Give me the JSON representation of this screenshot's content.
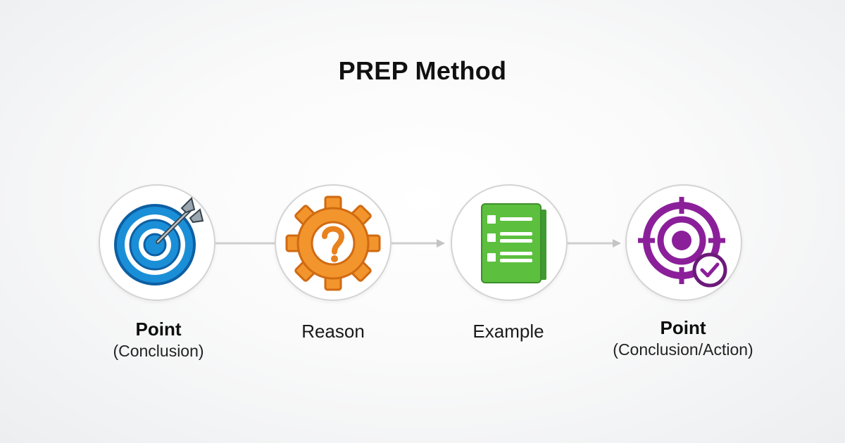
{
  "title": "PREP Method",
  "steps": [
    {
      "label": "Point",
      "sublabel": "(Conclusion)",
      "icon": "target-arrow-icon",
      "color": "#1a8fd8"
    },
    {
      "label": "Reason",
      "sublabel": "",
      "icon": "question-gear-icon",
      "color": "#f08a24"
    },
    {
      "label": "Example",
      "sublabel": "",
      "icon": "checklist-document-icon",
      "color": "#4cae3c"
    },
    {
      "label": "Point",
      "sublabel": "(Conclusion/Action)",
      "icon": "target-check-icon",
      "color": "#8b1f9a"
    }
  ]
}
